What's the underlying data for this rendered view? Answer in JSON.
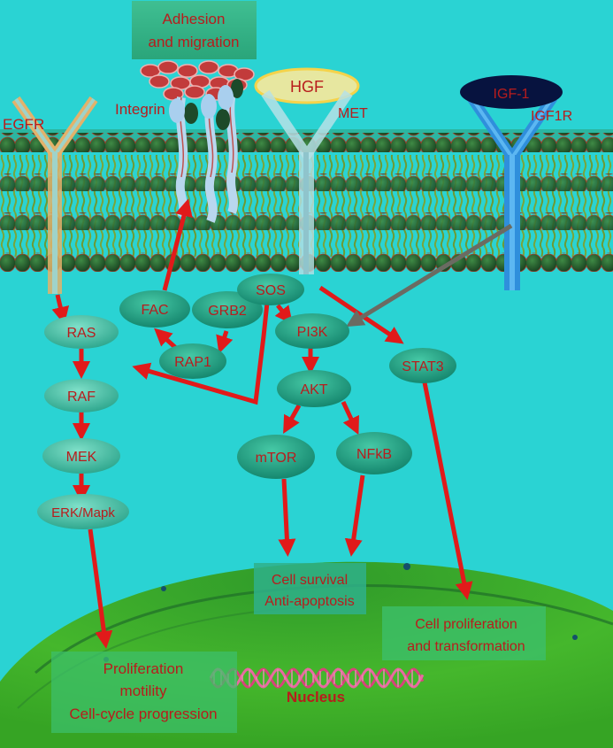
{
  "boxes": {
    "adhesion_line1": "Adhesion",
    "adhesion_line2": "and migration",
    "survival_line1": "Cell survival",
    "survival_line2": "Anti-apoptosis",
    "proliferation_line1": "Cell proliferation",
    "proliferation_line2": "and transformation",
    "motility_line1": "Proliferation",
    "motility_line2": "motility",
    "motility_line3": "Cell-cycle progression"
  },
  "receptors": {
    "egfr": "EGFR",
    "integrin": "Integrin",
    "hgf": "HGF",
    "met": "MET",
    "igf1": "IGF-1",
    "igf1r": "IGF1R"
  },
  "nodes": {
    "ras": "RAS",
    "raf": "RAF",
    "mek": "MEK",
    "erk": "ERK/Mapk",
    "fac": "FAC",
    "grb2": "GRB2",
    "rap1": "RAP1",
    "sos": "SOS",
    "pi3k": "PI3K",
    "akt": "AKT",
    "mtor": "mTOR",
    "nfkb": "NFkB",
    "stat3": "STAT3"
  },
  "nucleus_label": "Nucleus",
  "colors": {
    "background": "#2ad3d3",
    "membrane_head": "#2c6b35",
    "tail": "#7aa53a",
    "node_fill": "#23a88b",
    "arrow_red": "#e11a1a",
    "arrow_gray": "#6b6b62",
    "nucleus": "#3fae2a",
    "label_red": "#b81c1c"
  }
}
